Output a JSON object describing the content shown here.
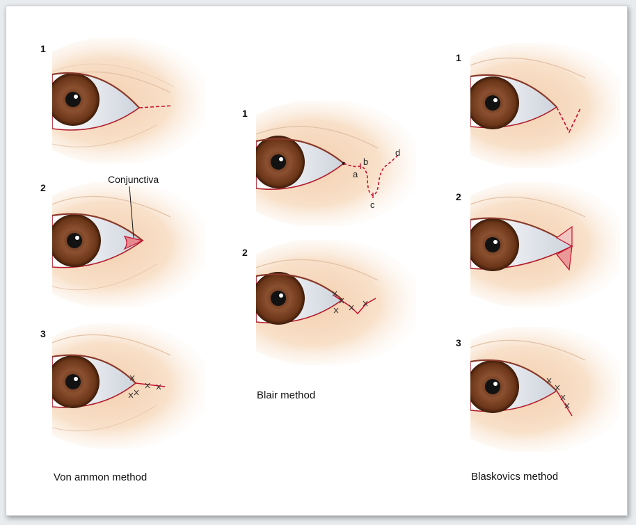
{
  "colors": {
    "skin": "#f6dcc4",
    "iris": "#7a4424",
    "pupil": "#121212",
    "sclera": "#eef0f4",
    "incision": "#c8102e"
  },
  "columns": [
    {
      "caption": "Von ammon method",
      "steps": [
        "1",
        "2",
        "3"
      ],
      "callout": "Conjunctiva"
    },
    {
      "caption": "Blair method",
      "steps": [
        "1",
        "2"
      ],
      "points": [
        "a",
        "b",
        "c",
        "d"
      ]
    },
    {
      "caption": "Blaskovics method",
      "steps": [
        "1",
        "2",
        "3"
      ]
    }
  ]
}
